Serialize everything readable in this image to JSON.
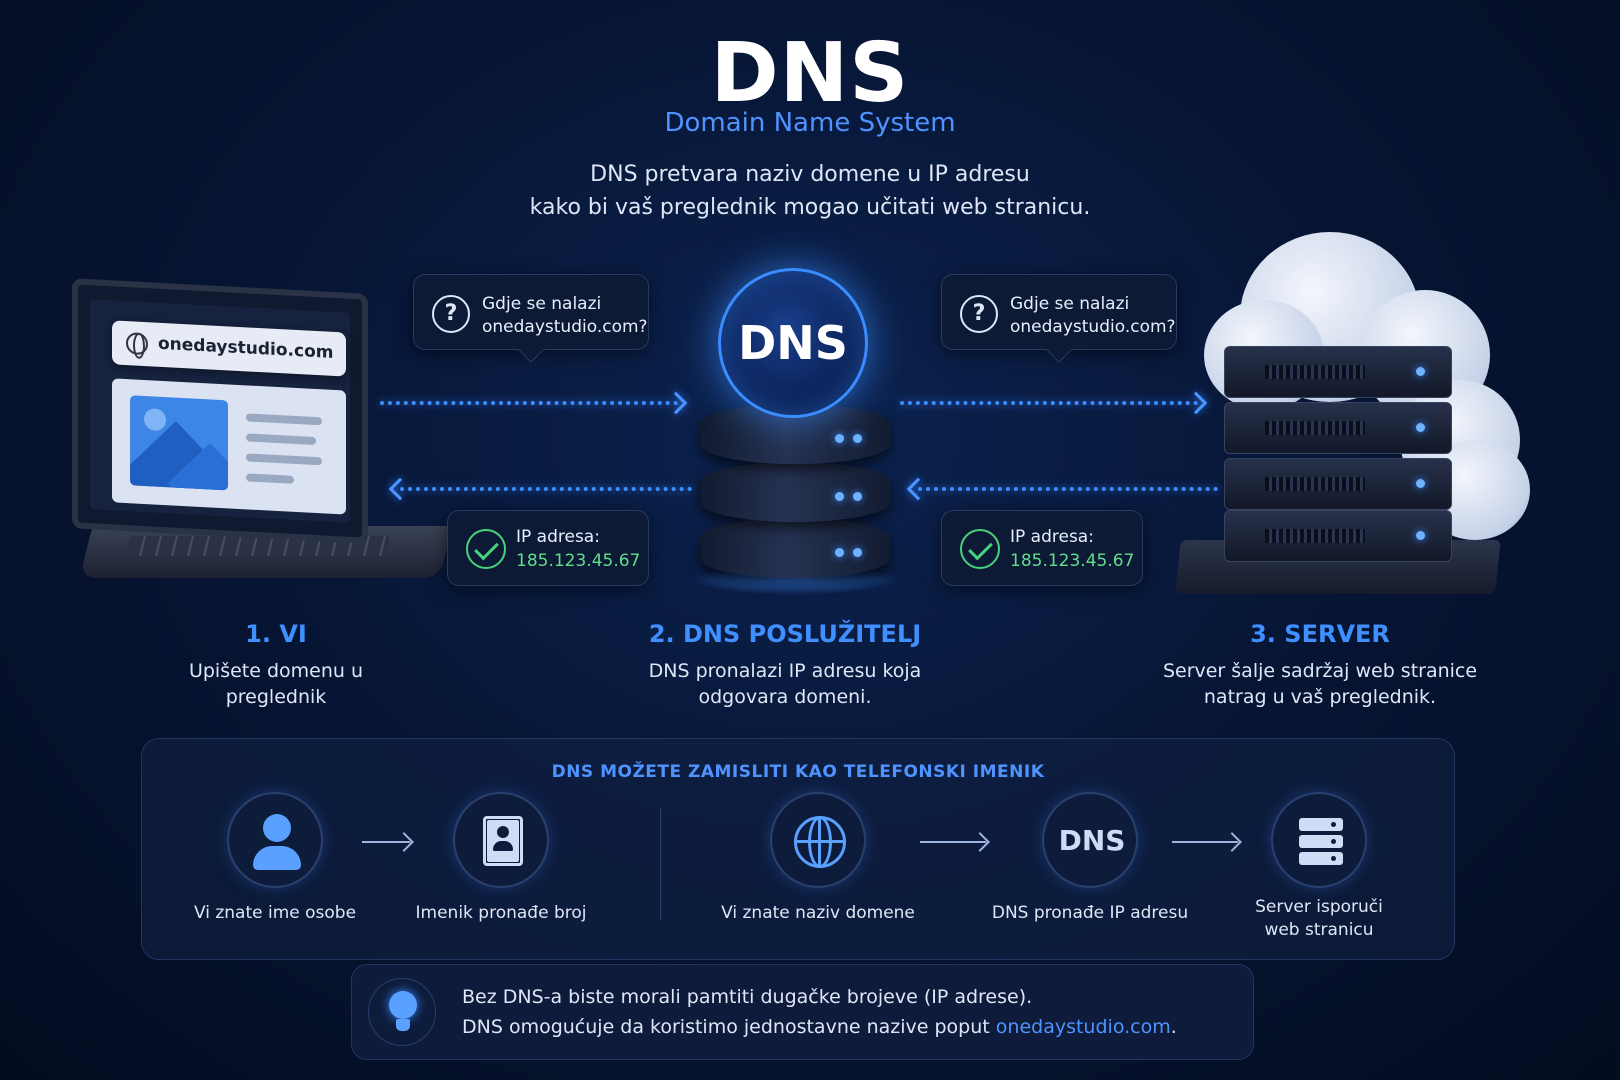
{
  "header": {
    "title": "DNS",
    "subtitle": "Domain Name System",
    "desc_line1": "DNS pretvara naziv domene u IP adresu",
    "desc_line2": "kako bi vaš preglednik mogao učitati web stranicu."
  },
  "laptop": {
    "url": "onedaystudio.com"
  },
  "dns_server": {
    "label": "DNS"
  },
  "bubbles": {
    "query_left": {
      "line1": "Gdje se nalazi",
      "line2": "onedaystudio.com?"
    },
    "query_right": {
      "line1": "Gdje se nalazi",
      "line2": "onedaystudio.com?"
    },
    "answer_left": {
      "label": "IP adresa:",
      "value": "185.123.45.67"
    },
    "answer_right": {
      "label": "IP adresa:",
      "value": "185.123.45.67"
    }
  },
  "steps": [
    {
      "title": "1. VI",
      "line1": "Upišete domenu u",
      "line2": "preglednik"
    },
    {
      "title": "2. DNS POSLUŽITELJ",
      "line1": "DNS pronalazi IP adresu koja",
      "line2": "odgovara domeni."
    },
    {
      "title": "3. SERVER",
      "line1": "Server šalje sadržaj web stranice",
      "line2": "natrag u vaš preglednik."
    }
  ],
  "analogy": {
    "title": "DNS MOŽETE ZAMISLITI KAO TELEFONSKI IMENIK",
    "items": [
      {
        "label": "Vi znate ime osobe",
        "icon": "person-icon"
      },
      {
        "label": "Imenik pronađe broj",
        "icon": "phonebook-icon"
      },
      {
        "label": "Vi znate naziv domene",
        "icon": "globe-icon"
      },
      {
        "label": "DNS pronađe IP adresu",
        "icon": "dns-icon",
        "badge": "DNS"
      },
      {
        "label_line1": "Server isporuči",
        "label_line2": "web stranicu",
        "icon": "server-icon"
      }
    ]
  },
  "tip": {
    "icon": "lightbulb-icon",
    "line1": "Bez DNS-a biste morali pamtiti dugačke brojeve (IP adrese).",
    "line2_prefix": "DNS omogućuje da koristimo jednostavne nazive poput ",
    "line2_link": "onedaystudio.com",
    "line2_suffix": "."
  },
  "colors": {
    "accent": "#4f93ff",
    "success": "#62dd8a",
    "background": "#071636"
  }
}
